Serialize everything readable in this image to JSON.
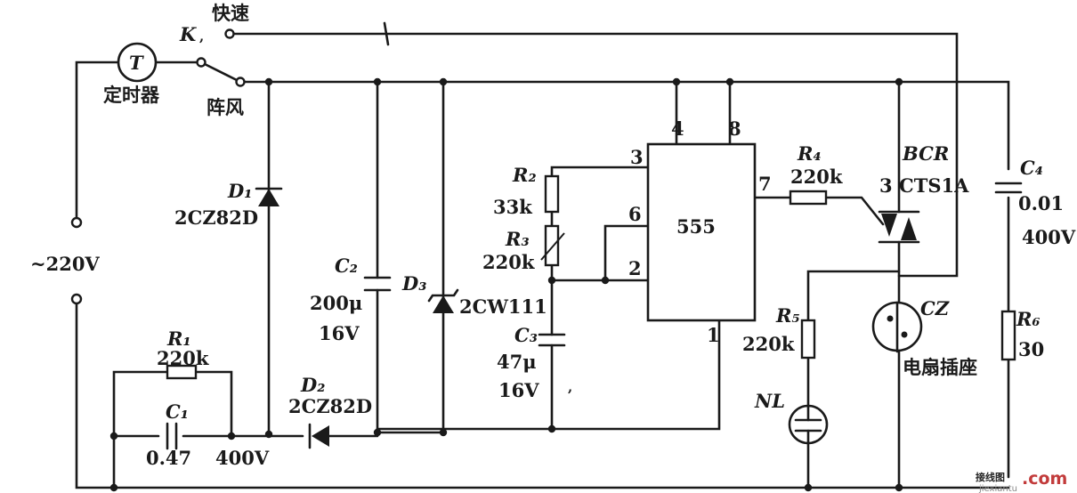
{
  "labels": {
    "switch_k": "K",
    "fast": "快速",
    "gust": "阵风",
    "timer": "定时器",
    "timer_symbol": "T",
    "mains": "~220V",
    "d1_name": "D₁",
    "d1_part": "2CZ82D",
    "r1_name": "R₁",
    "r1_val": "220k",
    "c1_name": "C₁",
    "c1_val": "0.47",
    "c1_volt": "400V",
    "d2_name": "D₂",
    "d2_part": "2CZ82D",
    "c2_name": "C₂",
    "c2_val": "200μ",
    "c2_volt": "16V",
    "d3_name": "D₃",
    "d3_part": "2CW111",
    "r2_name": "R₂",
    "r2_val": "33k",
    "r3_name": "R₃",
    "r3_val": "220k",
    "c3_name": "C₃",
    "c3_val": "47μ",
    "c3_volt": "16V",
    "ic_name": "555",
    "pin4": "4",
    "pin8": "8",
    "pin3": "3",
    "pin6": "6",
    "pin2": "2",
    "pin7": "7",
    "pin1": "1",
    "r4_name": "R₄",
    "r4_val": "220k",
    "bcr_name": "BCR",
    "bcr_part": "CTS1A",
    "bcr_pin": "3",
    "c4_name": "C₄",
    "c4_val": "0.01",
    "c4_volt": "400V",
    "r5_name": "R₅",
    "r5_val": "220k",
    "nl_name": "NL",
    "cz_name": "CZ",
    "socket": "电扇插座",
    "r6_name": "R₆",
    "r6_val": "30"
  },
  "watermark": {
    "cn": "接线图",
    "com": ".com",
    "sub": "jiexiantu"
  }
}
